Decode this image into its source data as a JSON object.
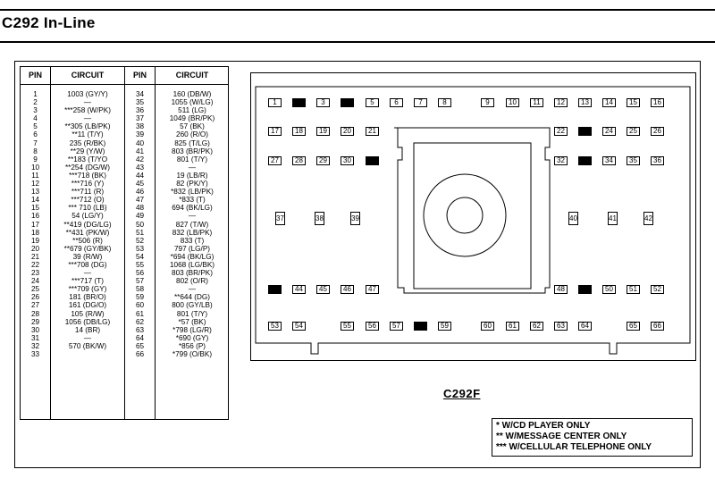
{
  "header": {
    "title": "C292  In-Line"
  },
  "pin_table": {
    "headers": [
      "PIN",
      "CIRCUIT",
      "PIN",
      "CIRCUIT"
    ],
    "left_pins": [
      "1",
      "2",
      "3",
      "4",
      "5",
      "6",
      "7",
      "8",
      "9",
      "10",
      "11",
      "12",
      "13",
      "14",
      "15",
      "16",
      "17",
      "18",
      "19",
      "20",
      "21",
      "22",
      "23",
      "24",
      "25",
      "26",
      "27",
      "28",
      "29",
      "30",
      "31",
      "32",
      "33"
    ],
    "left_circuits": [
      "1003 (GY/Y)",
      "—",
      "***258 (W/PK)",
      "—",
      "**305 (LB/PK)",
      "**11 (T/Y)",
      "235 (R/BK)",
      "**29 (Y/W)",
      "**183 (T/YO",
      "**254 (DG/W)",
      "***718 (BK)",
      "***716 (Y)",
      "***711 (R)",
      "***712 (O)",
      "*** 710 (LB)",
      "54 (LG/Y)",
      "**419 (DG/LG)",
      "**431 (PK/W)",
      "**506 (R)",
      "**679 (GY/BK)",
      "39 (R/W)",
      "***708 (DG)",
      "—",
      "***717 (T)",
      "***709 (GY)",
      "181 (BR/O)",
      "161 (DG/O)",
      "105 (R/W)",
      "1056 (DB/LG)",
      "14 (BR)",
      "—",
      "570 (BK/W)",
      ""
    ],
    "right_pins": [
      "34",
      "35",
      "36",
      "37",
      "38",
      "39",
      "40",
      "41",
      "42",
      "43",
      "44",
      "45",
      "46",
      "47",
      "48",
      "49",
      "50",
      "51",
      "52",
      "53",
      "54",
      "55",
      "56",
      "57",
      "58",
      "59",
      "60",
      "61",
      "62",
      "63",
      "64",
      "65",
      "66"
    ],
    "right_circuits": [
      "160 (DB/W)",
      "1055 (W/LG)",
      "511 (LG)",
      "1049 (BR/PK)",
      "57 (BK)",
      "260 (R/O)",
      "825 (T/LG)",
      "803 (BR/PK)",
      "801 (T/Y)",
      "—",
      "19 (LB/R)",
      "82 (PK/Y)",
      "*832 (LB/PK)",
      "*833 (T)",
      "694 (BK/LG)",
      "—",
      "827 (T/W)",
      "832 (LB/PK)",
      "833 (T)",
      "797 (LG/P)",
      "*694 (BK/LG)",
      "1068 (LG/BK)",
      "803 (BR/PK)",
      "802 (O/R)",
      "—",
      "**644 (DG)",
      "800 (GY/LB)",
      "801 (T/Y)",
      "*57 (BK)",
      "*798 (LG/R)",
      "*690 (GY)",
      "*856 (P)",
      "*799 (O/BK)"
    ]
  },
  "connector": {
    "name": "C292F",
    "filled_cavities": [
      "2",
      "4",
      "23",
      "31",
      "33",
      "43",
      "49",
      "58"
    ]
  },
  "notes": [
    "* W/CD PLAYER ONLY",
    "** W/MESSAGE CENTER ONLY",
    "*** W/CELLULAR TELEPHONE ONLY"
  ]
}
